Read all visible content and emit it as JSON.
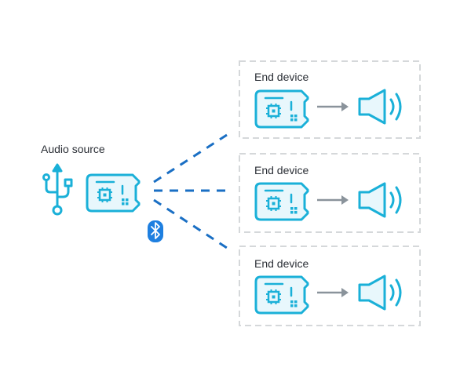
{
  "source": {
    "label": "Audio source",
    "usb_icon": "usb-icon",
    "board_icon": "dev-board-icon",
    "bluetooth_icon": "bluetooth-icon"
  },
  "devices": [
    {
      "label": "End device",
      "board_icon": "dev-board-icon",
      "arrow_icon": "arrow-right-icon",
      "speaker_icon": "speaker-icon"
    },
    {
      "label": "End device",
      "board_icon": "dev-board-icon",
      "arrow_icon": "arrow-right-icon",
      "speaker_icon": "speaker-icon"
    },
    {
      "label": "End device",
      "board_icon": "dev-board-icon",
      "arrow_icon": "arrow-right-icon",
      "speaker_icon": "speaker-icon"
    }
  ],
  "colors": {
    "accent": "#1ab0d8",
    "accent_fill": "#e8f7fc",
    "link_blue": "#1a6fc4",
    "bluetooth_blue": "#1e7fe0",
    "box_border": "#d5d8da",
    "arrow_gray": "#8a939b",
    "text": "#2b2f36"
  }
}
